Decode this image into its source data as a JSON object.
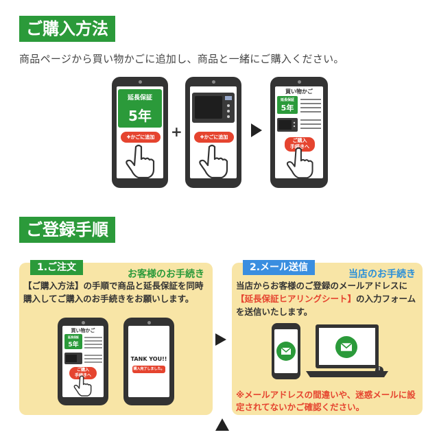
{
  "purchase": {
    "title": "ご購入方法",
    "intro": "商品ページから買い物かごに追加し、商品と一緒にご購入ください。",
    "warranty_badge_title": "延長保証",
    "warranty_badge_years": "5年",
    "add_to_cart": "かごに追加",
    "cart_title": "買い物かご",
    "cart_small_label": "延長保証",
    "checkout_line1": "ご購入",
    "checkout_line2": "手続きへ",
    "plus": "+"
  },
  "registration": {
    "title": "ご登録手順",
    "step1": {
      "badge": "1.ご注文",
      "owner": "お客様のお手続き",
      "text": "【ご購入方法】の手順で商品と延長保証を同時購入してご購入のお手続きをお願いします。",
      "cart_title": "買い物かご",
      "cart_small_label": "延長保証",
      "years": "5年",
      "checkout_line1": "ご購入",
      "checkout_line2": "手続きへ",
      "thanks": "TANK YOU!!",
      "thanks_sub": "購入完了しました。"
    },
    "step2": {
      "badge": "2.メール送信",
      "owner": "当店のお手続き",
      "text_a": "当店からお客様のご登録のメールアドレスに",
      "text_highlight": "【延長保証ヒアリングシート】",
      "text_b": "の入力フォームを送信いたします。",
      "warning": "※メールアドレスの間違いや、迷惑メールに設定されてないかご確認ください。"
    }
  },
  "colors": {
    "green": "#2b9a3a",
    "red": "#e5442f",
    "blue": "#2a8fd8",
    "card_bg": "#f8e5a6",
    "dark": "#333333"
  }
}
